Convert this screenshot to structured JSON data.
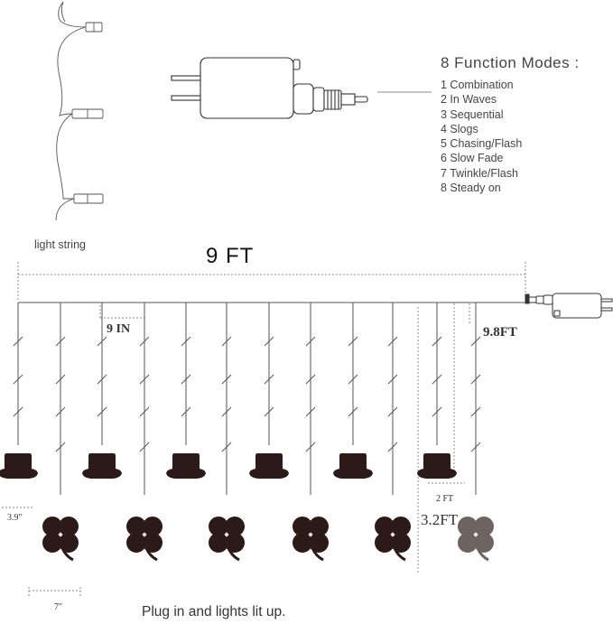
{
  "function_modes": {
    "title": "8 Function Modes :",
    "items": [
      "1 Combination",
      "2 In Waves",
      "3 Sequential",
      "4 Slogs",
      "5 Chasing/Flash",
      "6 Slow Fade",
      "7 Twinkle/Flash",
      "8 Steady on"
    ]
  },
  "light_string": {
    "label": "light string"
  },
  "dimensions": {
    "total_width": "9 FT",
    "strand_spacing": "9 IN",
    "lead_length": "9.8FT",
    "hat_spacing": "2 FT",
    "strand_length": "3.2FT",
    "shape_size": "3.9″",
    "shape_gap": "7″"
  },
  "caption": "Plug in and lights lit up.",
  "colors": {
    "line": "#555555",
    "shape": "#2b1a18",
    "shape_unlit": "#6e6360",
    "dash": "#8a8a8a"
  },
  "icons": {
    "hat": "leprechaun-hat-icon",
    "shamrock": "four-leaf-clover-icon",
    "controller": "power-adapter-icon"
  }
}
